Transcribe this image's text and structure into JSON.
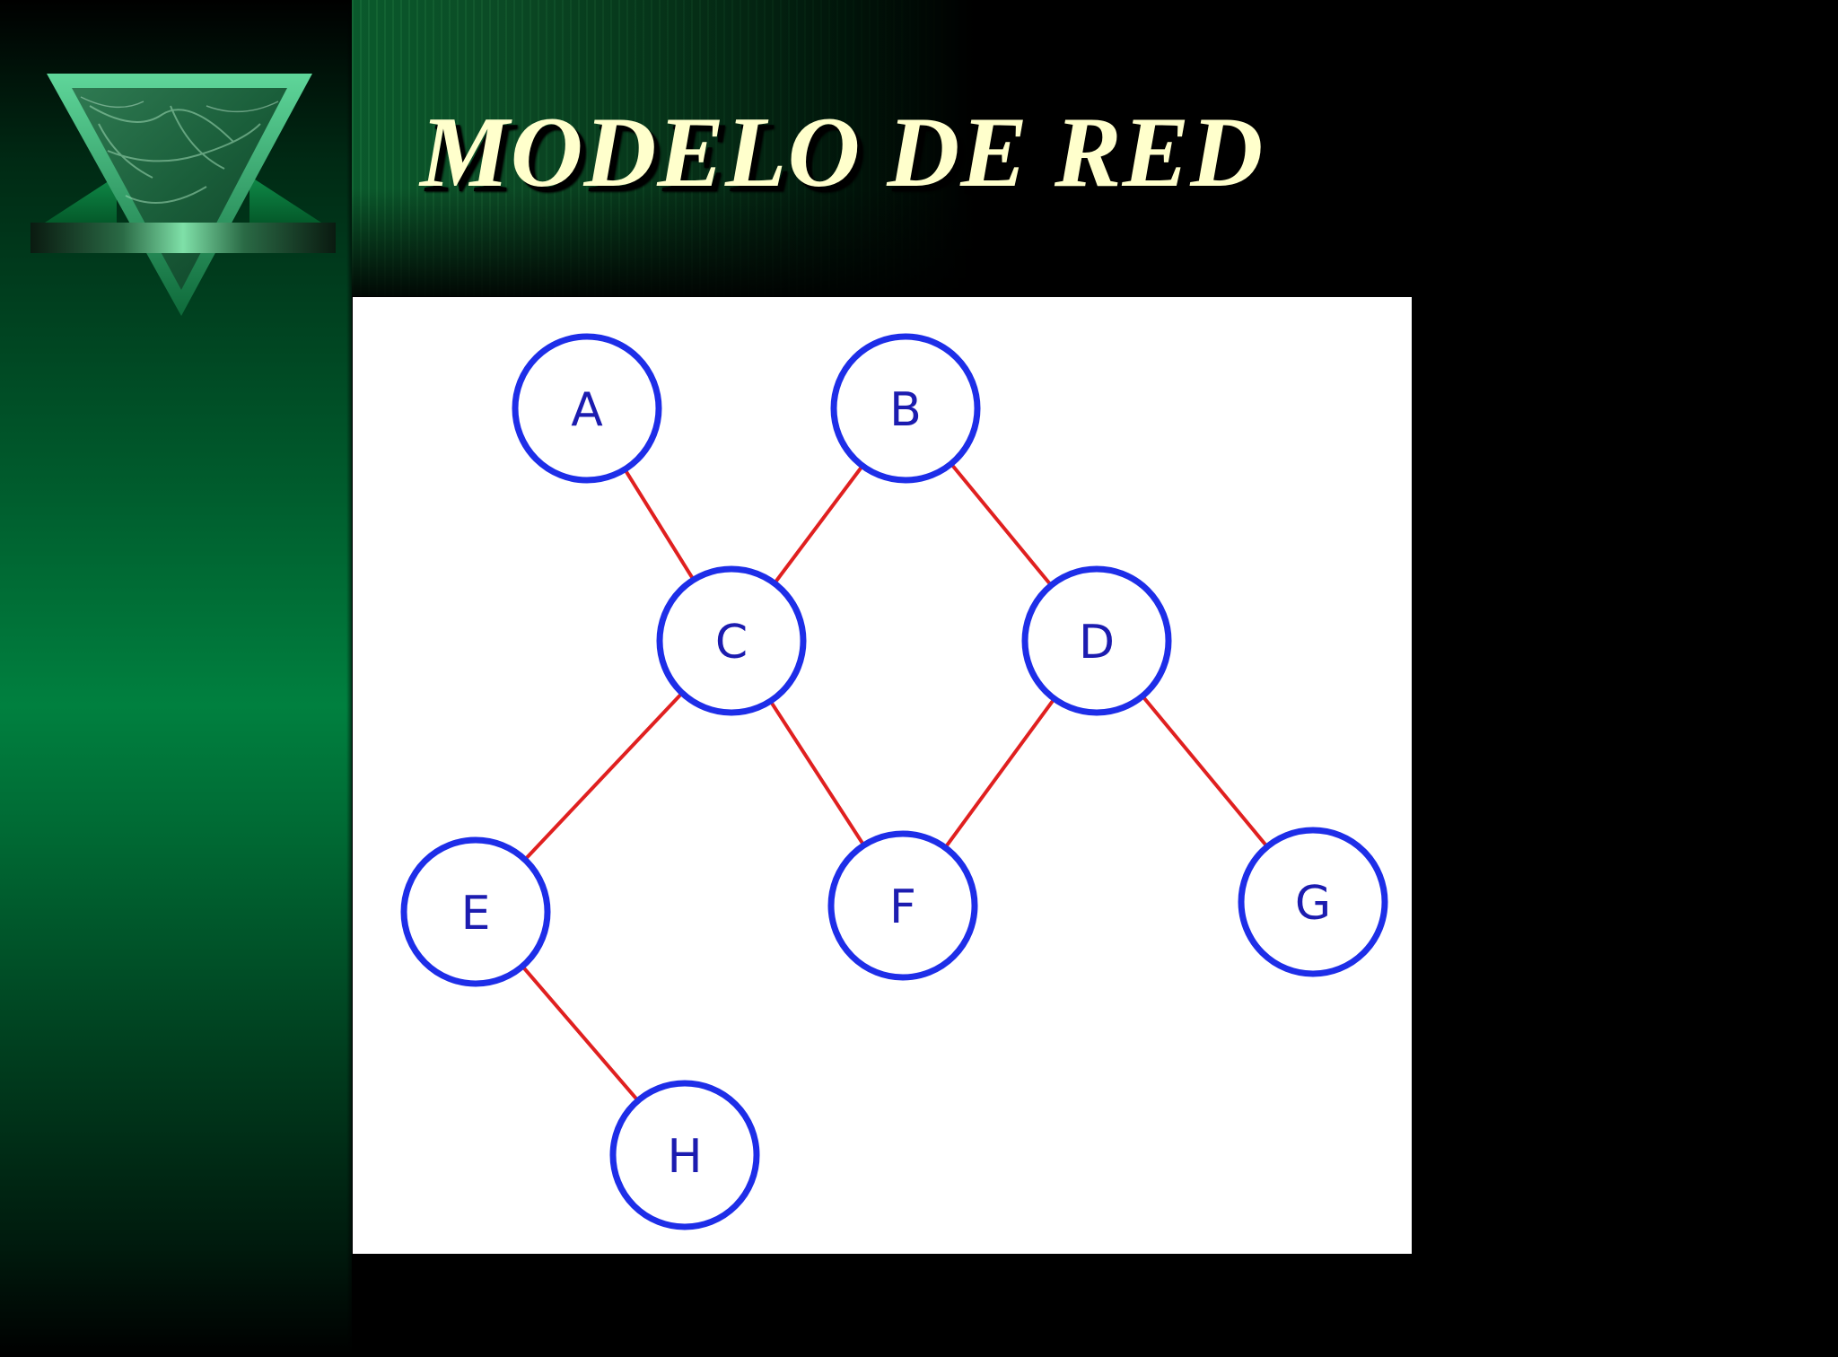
{
  "slide": {
    "title": "MODELO DE RED"
  },
  "colors": {
    "node_stroke": "#1e2ee8",
    "edge_stroke": "#e02020",
    "title_text": "#ffffcc",
    "panel_background": "#ffffff"
  },
  "diagram": {
    "nodes": [
      {
        "id": "A",
        "label": "A"
      },
      {
        "id": "B",
        "label": "B"
      },
      {
        "id": "C",
        "label": "C"
      },
      {
        "id": "D",
        "label": "D"
      },
      {
        "id": "E",
        "label": "E"
      },
      {
        "id": "F",
        "label": "F"
      },
      {
        "id": "G",
        "label": "G"
      },
      {
        "id": "H",
        "label": "H"
      }
    ],
    "edges": [
      {
        "from": "A",
        "to": "C"
      },
      {
        "from": "B",
        "to": "C"
      },
      {
        "from": "B",
        "to": "D"
      },
      {
        "from": "C",
        "to": "E"
      },
      {
        "from": "C",
        "to": "F"
      },
      {
        "from": "D",
        "to": "F"
      },
      {
        "from": "D",
        "to": "G"
      },
      {
        "from": "E",
        "to": "H"
      }
    ]
  }
}
